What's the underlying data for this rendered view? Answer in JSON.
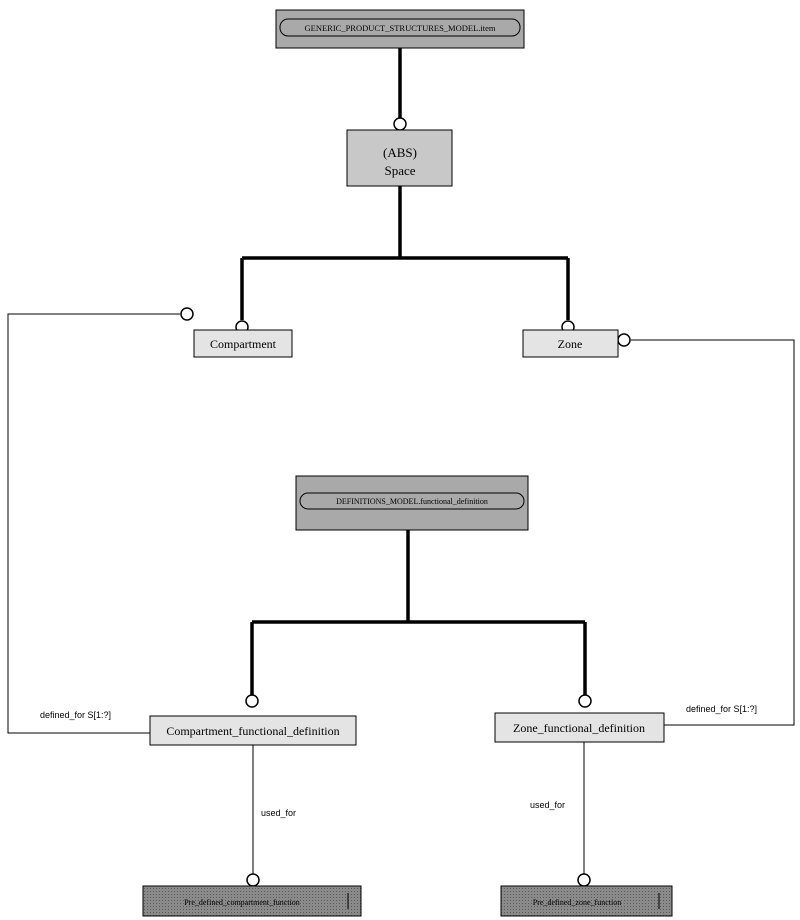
{
  "nodes": {
    "gps_ref": {
      "label": "GENERIC_PRODUCT_STRUCTURES_MODEL.item"
    },
    "space": {
      "line1": "(ABS)",
      "line2": "Space"
    },
    "compartment": {
      "label": "Compartment"
    },
    "zone": {
      "label": "Zone"
    },
    "def_ref": {
      "label": "DEFINITIONS_MODEL.functional_definition"
    },
    "comp_fd": {
      "label": "Compartment_functional_definition"
    },
    "zone_fd": {
      "label": "Zone_functional_definition"
    },
    "comp_fn": {
      "label": "Pre_defined_compartment_function"
    },
    "zone_fn": {
      "label": "Pre_defined_zone_function"
    }
  },
  "relations": {
    "comp_defined_for": "defined_for  S[1:?]",
    "zone_defined_for": "defined_for  S[1:?]",
    "comp_used_for": "used_for",
    "zone_used_for": "used_for"
  },
  "colors": {
    "box_fill": "#e4e4e4",
    "abstract_fill": "#c8c8c8",
    "reference_fill": "#a9a9a9",
    "line": "#000000"
  }
}
